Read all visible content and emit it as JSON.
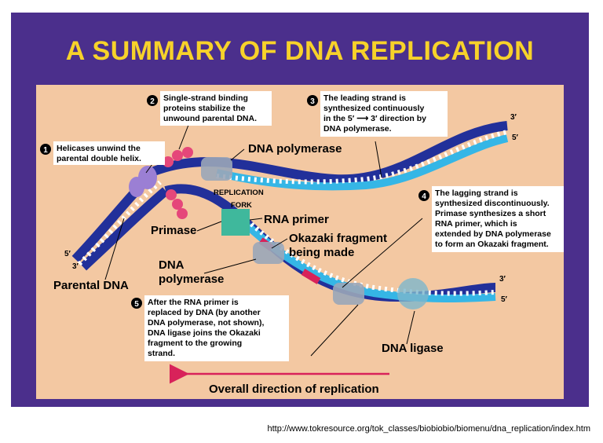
{
  "title": "A SUMMARY OF DNA REPLICATION",
  "url": "http://www.tokresource.org/tok_classes/biobiobio/biomenu/dna_replication/index.htm",
  "steps": [
    {
      "num": "1",
      "lines": [
        "Helicases unwind the",
        "parental double helix."
      ]
    },
    {
      "num": "2",
      "lines": [
        "Single-strand binding",
        "proteins stabilize the",
        "unwound parental DNA."
      ]
    },
    {
      "num": "3",
      "lines": [
        "The leading strand is",
        "synthesized continuously",
        "in the 5′ ⟶ 3′ direction by",
        "DNA polymerase."
      ]
    },
    {
      "num": "4",
      "lines": [
        "The lagging strand is",
        "synthesized discontinuously.",
        "Primase synthesizes a short",
        "RNA primer, which is",
        "extended by DNA polymerase",
        "to form an Okazaki fragment."
      ]
    },
    {
      "num": "5",
      "lines": [
        "After the RNA primer is",
        "replaced by DNA (by another",
        "DNA polymerase, not shown),",
        "DNA ligase joins the Okazaki",
        "fragment to the growing",
        "strand."
      ]
    }
  ],
  "labels": {
    "dna_polymerase_top": "DNA polymerase",
    "replication_fork_1": "REPLICATION",
    "replication_fork_2": "FORK",
    "rna_primer": "RNA primer",
    "primase": "Primase",
    "okazaki_1": "Okazaki fragment",
    "okazaki_2": "being made",
    "dna_poly_1": "DNA",
    "dna_poly_2": "polymerase",
    "parental_dna": "Parental DNA",
    "dna_ligase": "DNA ligase",
    "overall": "Overall direction of replication",
    "end_3_top": "3′",
    "end_5_top": "5′",
    "end_5_left": "5′",
    "end_3_left": "3′",
    "end_3_bottom": "3′",
    "end_5_bottom": "5′"
  },
  "colors": {
    "background": "#4b2f8c",
    "title": "#f7d22a",
    "panel": "#f3c8a2",
    "parental_strand": "#22309a",
    "new_strand": "#35b6e6",
    "rna_primer": "#d8225a",
    "arrow": "#d8225a"
  }
}
